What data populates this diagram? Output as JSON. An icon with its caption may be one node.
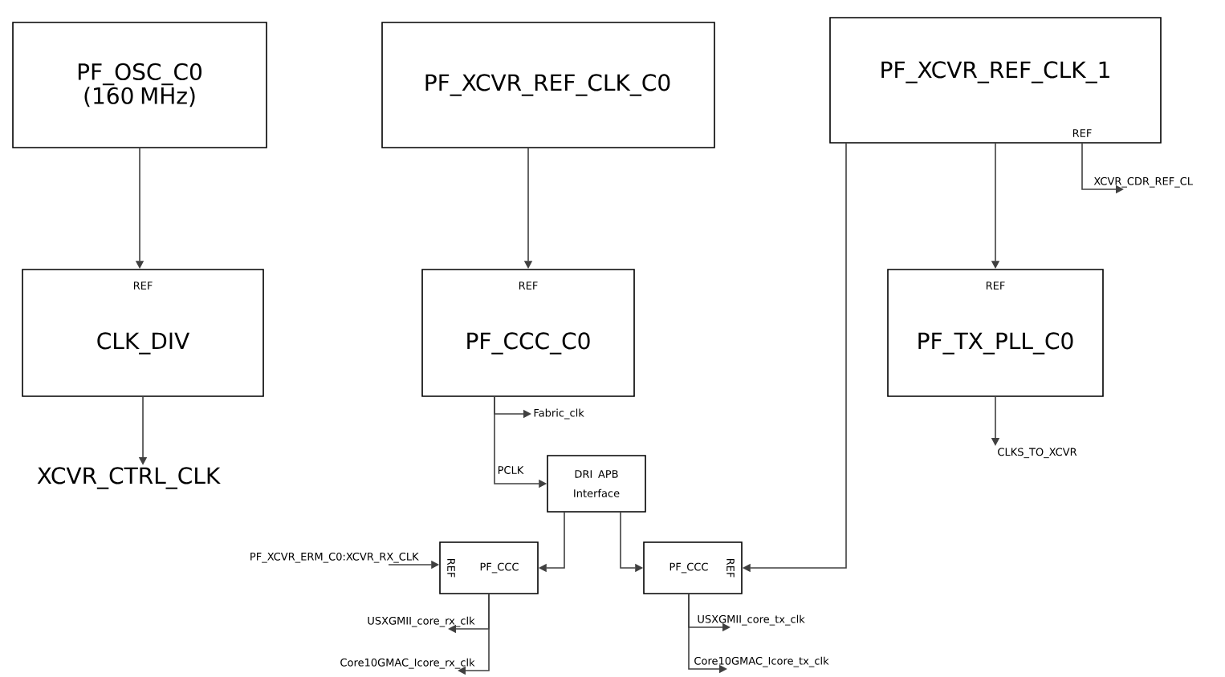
{
  "diagram": {
    "nodes": [
      {
        "text": [
          "PF_OSC_C0 (160 MHz)"
        ]
      },
      {
        "text": [
          "REF",
          "CLK_DIV"
        ]
      },
      {
        "text": [
          "XCVR_CTRL_CLK"
        ]
      },
      {
        "text": [
          "PF_XCVR_REF_CLK_C0"
        ]
      },
      {
        "text": [
          "REF",
          "PF_CCC_C0"
        ]
      },
      {
        "text": [
          "Fabric_clk"
        ]
      },
      {
        "text": [
          "DRI APB Interface"
        ]
      },
      {
        "text": [
          "REF",
          "PF_CCC"
        ]
      },
      {
        "text": [
          "PF_XCVR_ERM_C0:XCVR_RX_CLK"
        ]
      },
      {
        "text": [
          "USXGMII_core_rx_clk"
        ]
      },
      {
        "text": [
          "Core10GMAC_Icore_rx_clk"
        ]
      },
      {
        "text": [
          "PF_CCC",
          "REF"
        ]
      },
      {
        "text": [
          "USXGMII_core_tx_clk"
        ]
      },
      {
        "text": [
          "Core10GMAC_Icore_tx_clk"
        ]
      },
      {
        "text": [
          "PF_XCVR_REF_CLK_1",
          "REF"
        ]
      },
      {
        "text": [
          "XCVR_CDR_REF_CL"
        ]
      },
      {
        "text": [
          "REF",
          "PF_TX_PLL_C0"
        ]
      },
      {
        "text": [
          "CLKS_TO_XCVR"
        ]
      }
    ],
    "edges": [
      {
        "from": 0,
        "to": 1,
        "arrow": "to"
      },
      {
        "from": 1,
        "to": 2,
        "arrow": "to"
      },
      {
        "from": 3,
        "to": 4,
        "arrow": "to"
      },
      {
        "from": 4,
        "to": 5,
        "arrow": "to"
      },
      {
        "from": 4,
        "to": 6,
        "arrow": "to",
        "label": "PCLK"
      },
      {
        "from": 6,
        "to": 7,
        "arrow": "to"
      },
      {
        "from": 6,
        "to": 11,
        "arrow": "to"
      },
      {
        "from": 8,
        "to": 7,
        "arrow": "to"
      },
      {
        "from": 7,
        "to": 9,
        "arrow": "to"
      },
      {
        "from": 7,
        "to": 10,
        "arrow": "to"
      },
      {
        "from": 11,
        "to": 12,
        "arrow": "to"
      },
      {
        "from": 11,
        "to": 13,
        "arrow": "to"
      },
      {
        "from": 14,
        "to": 11,
        "arrow": "to"
      },
      {
        "from": 14,
        "to": 15,
        "arrow": "to"
      },
      {
        "from": 14,
        "to": 16,
        "arrow": "to"
      },
      {
        "from": 16,
        "to": 17,
        "arrow": "to"
      }
    ]
  }
}
